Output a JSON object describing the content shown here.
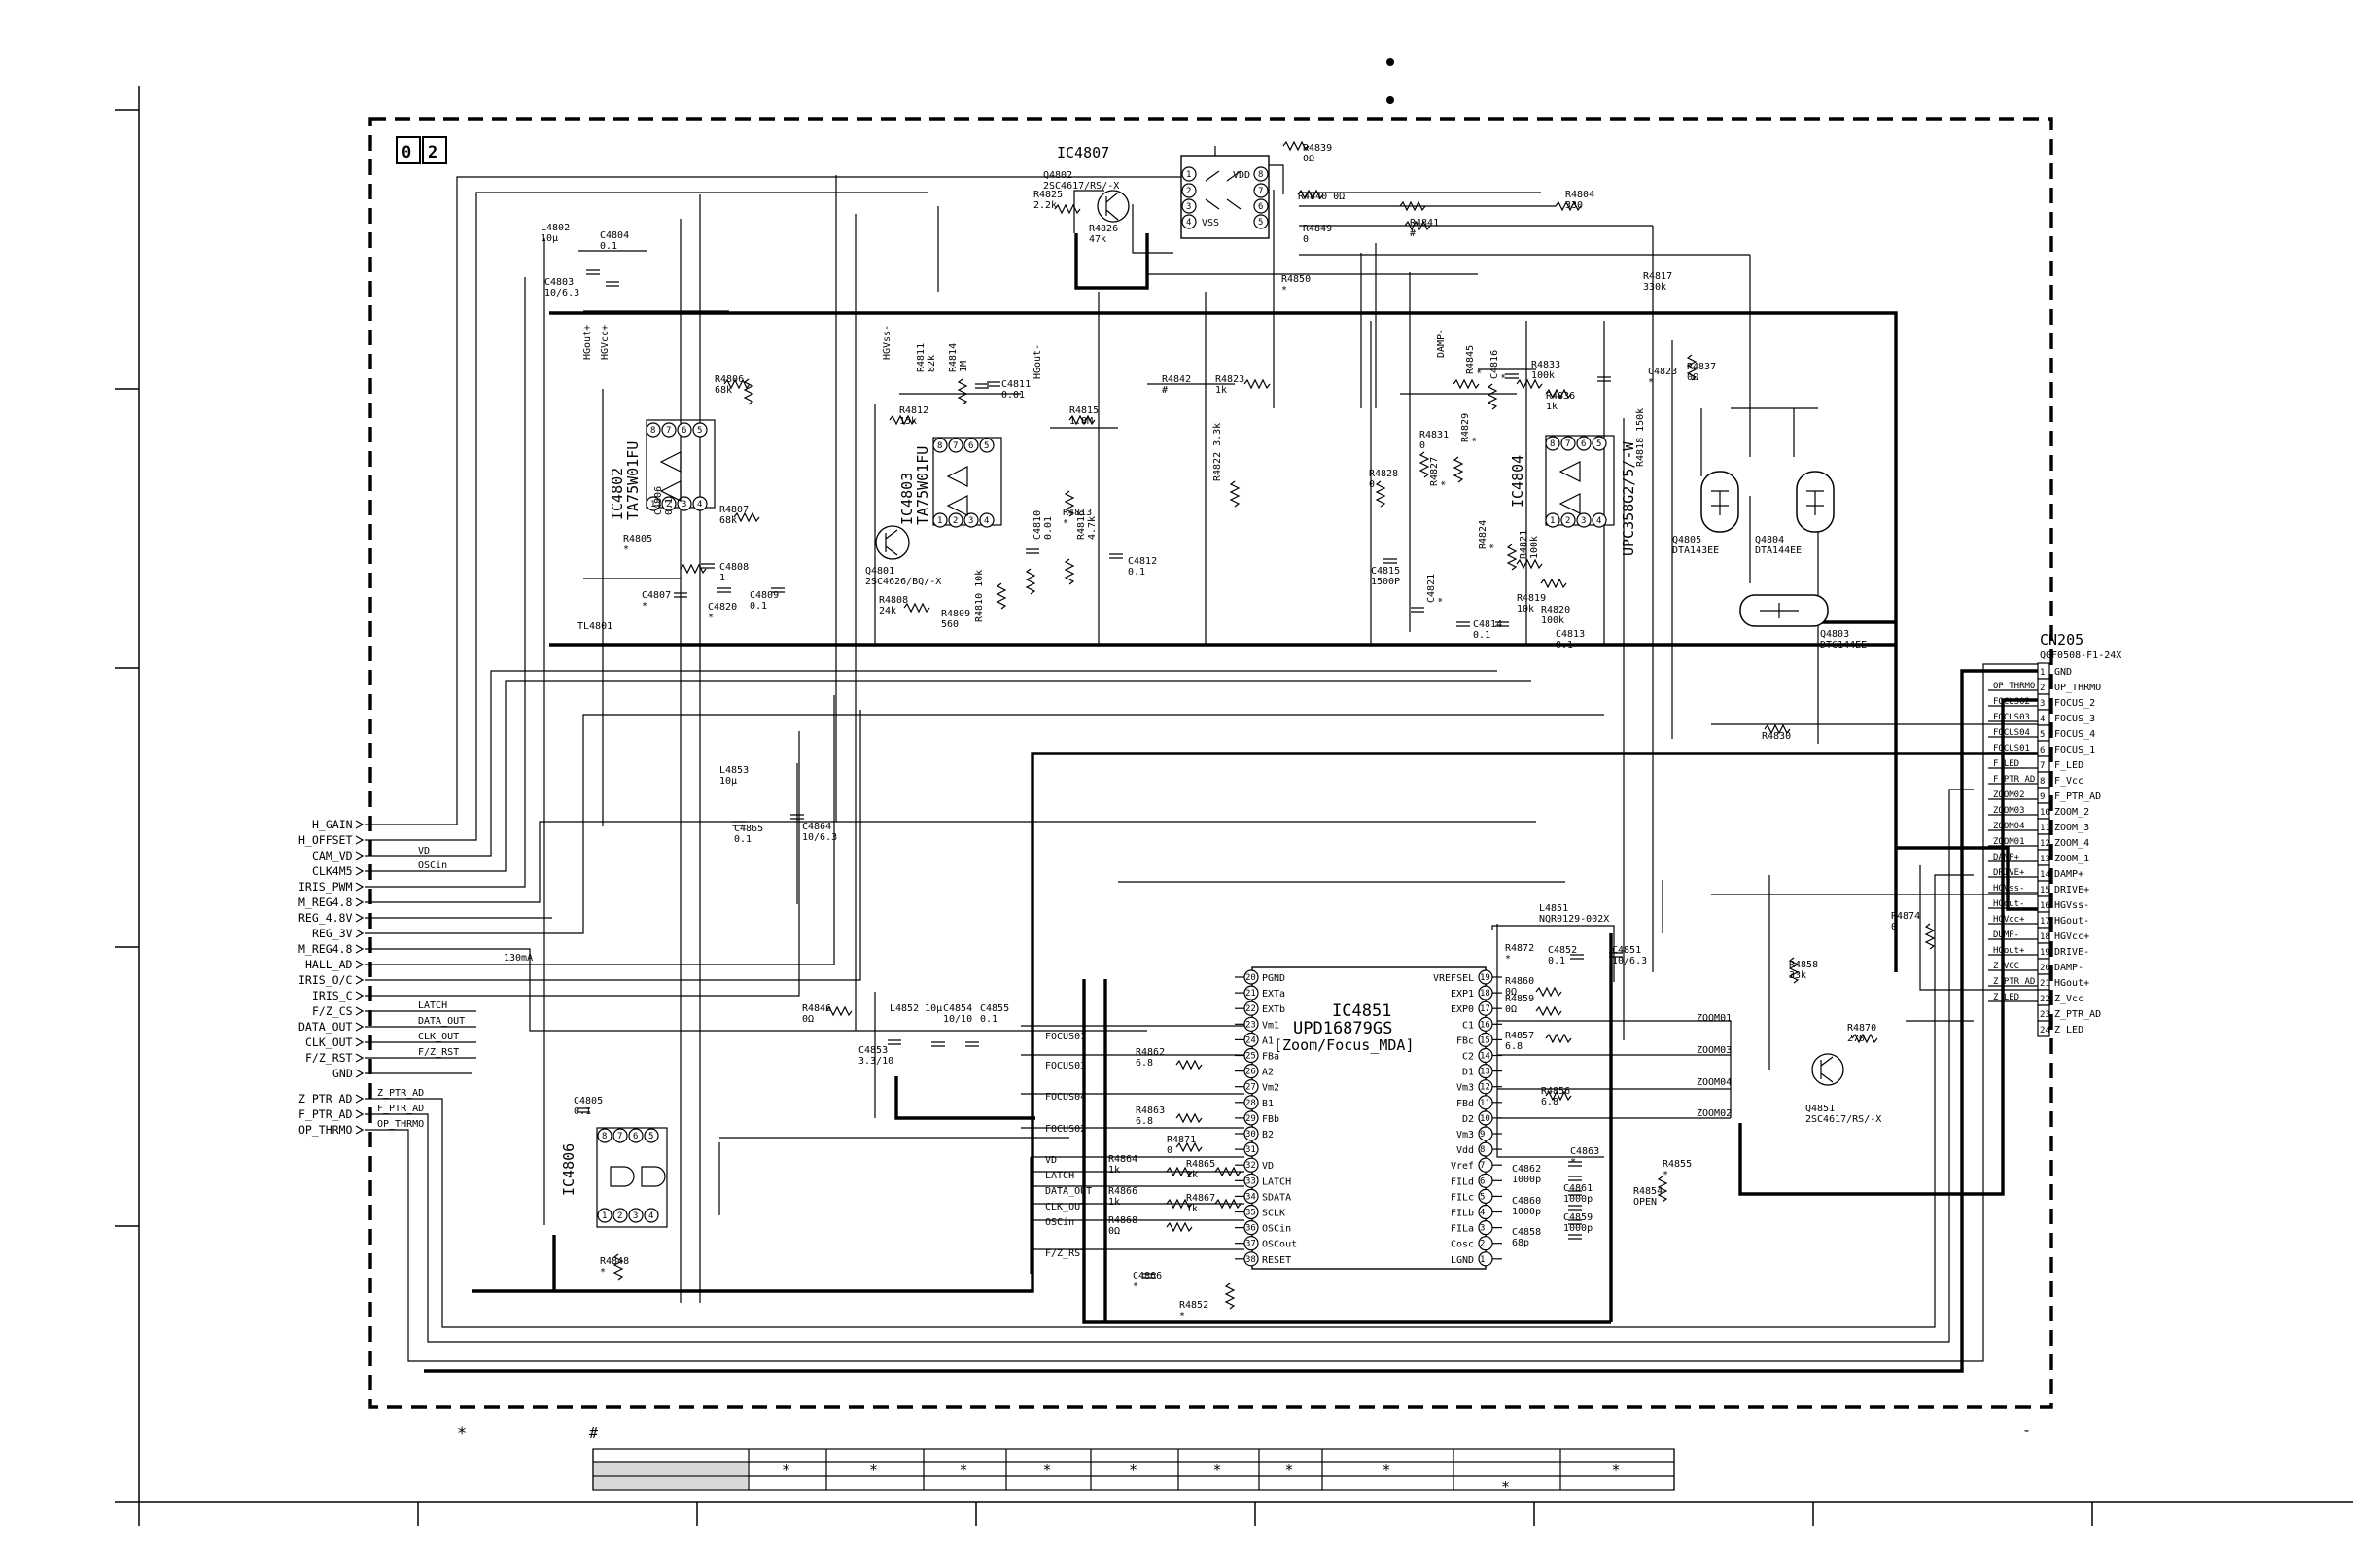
{
  "sheet": {
    "number_digits": [
      "0",
      "2"
    ],
    "footnote_star": "*",
    "footnote_hash": "#",
    "dash_mark": "-",
    "star": "*"
  },
  "connector": {
    "ref": "CN205",
    "part": "QGF0508-F1-24X",
    "pins": [
      {
        "n": "1",
        "name": "GND"
      },
      {
        "n": "2",
        "name": "OP_THRMO"
      },
      {
        "n": "3",
        "name": "FOCUS_2"
      },
      {
        "n": "4",
        "name": "FOCUS_3"
      },
      {
        "n": "5",
        "name": "FOCUS_4"
      },
      {
        "n": "6",
        "name": "FOCUS_1"
      },
      {
        "n": "7",
        "name": "F_LED"
      },
      {
        "n": "8",
        "name": "F_Vcc"
      },
      {
        "n": "9",
        "name": "F_PTR_AD"
      },
      {
        "n": "10",
        "name": "ZOOM_2"
      },
      {
        "n": "11",
        "name": "ZOOM_3"
      },
      {
        "n": "12",
        "name": "ZOOM_4"
      },
      {
        "n": "13",
        "name": "ZOOM_1"
      },
      {
        "n": "14",
        "name": "DAMP+"
      },
      {
        "n": "15",
        "name": "DRIVE+"
      },
      {
        "n": "16",
        "name": "HGVss-"
      },
      {
        "n": "17",
        "name": "HGout-"
      },
      {
        "n": "18",
        "name": "HGVcc+"
      },
      {
        "n": "19",
        "name": "DRIVE-"
      },
      {
        "n": "20",
        "name": "DAMP-"
      },
      {
        "n": "21",
        "name": "HGout+"
      },
      {
        "n": "22",
        "name": "Z_Vcc"
      },
      {
        "n": "23",
        "name": "Z_PTR_AD"
      },
      {
        "n": "24",
        "name": "Z_LED"
      }
    ],
    "wire_labels": [
      "OP_THRMO",
      "FOCUS02",
      "FOCUS03",
      "FOCUS04",
      "FOCUS01",
      "F_LED",
      "F_PTR_AD",
      "ZOOM02",
      "ZOOM03",
      "ZOOM04",
      "ZOOM01",
      "DAMP+",
      "DRIVE+",
      "HGVss-",
      "HGout-",
      "HGVcc+",
      "DUMP-",
      "HGout+",
      "Z_VCC",
      "Z_PTR_AD",
      "Z_LED"
    ]
  },
  "left_ports": [
    "H_GAIN",
    "H_OFFSET",
    "CAM_VD",
    "CLK4M5",
    "IRIS_PWM",
    "M_REG4.8",
    "REG_4.8V",
    "REG_3V",
    "M_REG4.8",
    "HALL_AD",
    "IRIS_O/C",
    "IRIS_C",
    "F/Z_CS",
    "DATA_OUT",
    "CLK_OUT",
    "F/Z_RST",
    "GND",
    "Z_PTR_AD",
    "F_PTR_AD",
    "OP_THRMO"
  ],
  "left_wire_labels": [
    "VD",
    "OSCin",
    "LATCH",
    "DATA_OUT",
    "CLK_OUT",
    "F/Z_RST",
    "Z_PTR_AD",
    "F_PTR_AD",
    "OP_THRMO",
    "130mA"
  ],
  "ic4851": {
    "ref": "IC4851",
    "part": "UPD16879GS",
    "desc": "[Zoom/Focus_MDA]",
    "left_pins": [
      {
        "n": "20",
        "name": "PGND"
      },
      {
        "n": "21",
        "name": "EXTa"
      },
      {
        "n": "22",
        "name": "EXTb"
      },
      {
        "n": "23",
        "name": "Vm1"
      },
      {
        "n": "24",
        "name": "A1"
      },
      {
        "n": "25",
        "name": "FBa"
      },
      {
        "n": "26",
        "name": "A2"
      },
      {
        "n": "27",
        "name": "Vm2"
      },
      {
        "n": "28",
        "name": "B1"
      },
      {
        "n": "29",
        "name": "FBb"
      },
      {
        "n": "30",
        "name": "B2"
      },
      {
        "n": "31",
        "name": ""
      },
      {
        "n": "32",
        "name": "VD"
      },
      {
        "n": "33",
        "name": "LATCH"
      },
      {
        "n": "34",
        "name": "SDATA"
      },
      {
        "n": "35",
        "name": "SCLK"
      },
      {
        "n": "36",
        "name": "OSCin"
      },
      {
        "n": "37",
        "name": "OSCout"
      },
      {
        "n": "38",
        "name": "RESET"
      }
    ],
    "right_pins": [
      {
        "n": "19",
        "name": "VREFSEL"
      },
      {
        "n": "18",
        "name": "EXP1"
      },
      {
        "n": "17",
        "name": "EXP0"
      },
      {
        "n": "16",
        "name": "C1"
      },
      {
        "n": "15",
        "name": "FBc"
      },
      {
        "n": "14",
        "name": "C2"
      },
      {
        "n": "13",
        "name": "D1"
      },
      {
        "n": "12",
        "name": "Vm3"
      },
      {
        "n": "11",
        "name": "FBd"
      },
      {
        "n": "10",
        "name": "D2"
      },
      {
        "n": "9",
        "name": "Vm3"
      },
      {
        "n": "8",
        "name": "Vdd"
      },
      {
        "n": "7",
        "name": "Vref"
      },
      {
        "n": "6",
        "name": "FILd"
      },
      {
        "n": "5",
        "name": "FILc"
      },
      {
        "n": "4",
        "name": "FILb"
      },
      {
        "n": "3",
        "name": "FILa"
      },
      {
        "n": "2",
        "name": "Cosc"
      },
      {
        "n": "1",
        "name": "LGND"
      }
    ],
    "left_nets": [
      "FOCUS01",
      "FOCUS03",
      "FOCUS04",
      "FOCUS02",
      "VD",
      "LATCH",
      "DATA_OUT",
      "CLK_OUT",
      "OSCin",
      "F/Z_RST"
    ],
    "right_nets": [
      "ZOOM01",
      "ZOOM03",
      "ZOOM04",
      "ZOOM02"
    ]
  },
  "ic4807": {
    "ref": "IC4807",
    "pins_left": [
      "1",
      "2",
      "3",
      "4"
    ],
    "pins_right": [
      "8",
      "7",
      "6",
      "5"
    ],
    "vdd": "VDD",
    "vss": "VSS"
  },
  "ic_blocks": [
    {
      "ref": "IC4802",
      "part": "TA75W01FU",
      "pins_top": [
        "8",
        "7",
        "6",
        "5"
      ],
      "pins_bot": [
        "1",
        "2",
        "3",
        "4"
      ]
    },
    {
      "ref": "IC4803",
      "part": "TA75W01FU",
      "pins_top": [
        "8",
        "7",
        "6",
        "5"
      ],
      "pins_bot": [
        "1",
        "2",
        "3",
        "4"
      ]
    },
    {
      "ref": "IC4804",
      "part": "UPC358G2/5/-W",
      "pins_top": [
        "8",
        "7",
        "6",
        "5"
      ],
      "pins_bot": [
        "1",
        "2",
        "3",
        "4"
      ]
    },
    {
      "ref": "IC4806",
      "part": "",
      "pins_top": [
        "8",
        "7",
        "6",
        "5"
      ],
      "pins_bot": [
        "1",
        "2",
        "3",
        "4"
      ]
    }
  ],
  "labels": [
    {
      "id": "r4839",
      "text": "R4839\n0Ω"
    },
    {
      "id": "r4840",
      "text": "R4840 0Ω"
    },
    {
      "id": "r4849",
      "text": "R4849\n0"
    },
    {
      "id": "r4804",
      "text": "R4804\n330"
    },
    {
      "id": "r4841",
      "text": "R4841\n#"
    },
    {
      "id": "r4817",
      "text": "R4817\n330k"
    },
    {
      "id": "r4850",
      "text": "R4850\n*"
    },
    {
      "id": "q4802",
      "text": "Q4802\n2SC4617/RS/-X"
    },
    {
      "id": "r4825",
      "text": "R4825\n2.2k"
    },
    {
      "id": "r4826",
      "text": "R4826\n47k"
    },
    {
      "id": "l4802",
      "text": "L4802\n10μ"
    },
    {
      "id": "c4804",
      "text": "C4804\n0.1"
    },
    {
      "id": "c4803",
      "text": "C4803\n10/6.3"
    },
    {
      "id": "r4806",
      "text": "R4806\n68k"
    },
    {
      "id": "r4807",
      "text": "R4807\n68k"
    },
    {
      "id": "c4808",
      "text": "C4808\n1"
    },
    {
      "id": "r4805",
      "text": "R4805\n*"
    },
    {
      "id": "c4806",
      "text": "C4806\n0.1"
    },
    {
      "id": "c4807",
      "text": "C4807\n*"
    },
    {
      "id": "c4820",
      "text": "C4820\n*"
    },
    {
      "id": "c4809",
      "text": "C4809\n0.1"
    },
    {
      "id": "tl4801",
      "text": "TL4801"
    },
    {
      "id": "r4811",
      "text": "R4811\n82k"
    },
    {
      "id": "r4814",
      "text": "R4814\n1M"
    },
    {
      "id": "c4811",
      "text": "C4811\n0.01"
    },
    {
      "id": "r4812",
      "text": "R4812\n15k"
    },
    {
      "id": "r4815",
      "text": "R4815\n1.8M"
    },
    {
      "id": "r4813",
      "text": "R4813\n*"
    },
    {
      "id": "r4816",
      "text": "R4816\n4.7k"
    },
    {
      "id": "c4810",
      "text": "C4810\n0.01"
    },
    {
      "id": "c4812",
      "text": "C4812\n0.1"
    },
    {
      "id": "r4808",
      "text": "R4808\n24k"
    },
    {
      "id": "r4809",
      "text": "R4809\n560"
    },
    {
      "id": "r4810",
      "text": "R4810 10k"
    },
    {
      "id": "q4801",
      "text": "Q4801\n2SC4626/BQ/-X"
    },
    {
      "id": "r4842",
      "text": "R4842\n#"
    },
    {
      "id": "r4823",
      "text": "R4823\n1k"
    },
    {
      "id": "r4822",
      "text": "R4822 3.3k"
    },
    {
      "id": "r4828",
      "text": "R4828\n0"
    },
    {
      "id": "r4831",
      "text": "R4831\n0"
    },
    {
      "id": "r4827",
      "text": "R4827\n*"
    },
    {
      "id": "r4829",
      "text": "R4829\n*"
    },
    {
      "id": "c4815",
      "text": "C4815\n1500P"
    },
    {
      "id": "c4821",
      "text": "C4821\n*"
    },
    {
      "id": "c4814",
      "text": "C4814\n0.1"
    },
    {
      "id": "r4845",
      "text": "R4845\n*"
    },
    {
      "id": "c4816",
      "text": "C4816\n*"
    },
    {
      "id": "r4833",
      "text": "R4833\n100k"
    },
    {
      "id": "r4836",
      "text": "R4836\n1k"
    },
    {
      "id": "r4824",
      "text": "R4824\n*"
    },
    {
      "id": "r4821",
      "text": "R4821\n100k"
    },
    {
      "id": "r4819",
      "text": "R4819\n10k"
    },
    {
      "id": "r4820",
      "text": "R4820\n100k"
    },
    {
      "id": "c4813",
      "text": "C4813\n0.1"
    },
    {
      "id": "r4818",
      "text": "R4818 150k"
    },
    {
      "id": "c4823",
      "text": "C4823\n*"
    },
    {
      "id": "r4837",
      "text": "R4837\n0Ω"
    },
    {
      "id": "q4805",
      "text": "Q4805\nDTA143EE"
    },
    {
      "id": "q4804",
      "text": "Q4804\nDTA144EE"
    },
    {
      "id": "q4803",
      "text": "Q4803\nDTC144EE"
    },
    {
      "id": "r4830",
      "text": "R4830"
    },
    {
      "id": "l4853",
      "text": "L4853\n10μ"
    },
    {
      "id": "c4865",
      "text": "C4865\n0.1"
    },
    {
      "id": "c4864",
      "text": "C4864\n10/6.3"
    },
    {
      "id": "r4846",
      "text": "R4846\n0Ω"
    },
    {
      "id": "l4852",
      "text": "L4852 10μ"
    },
    {
      "id": "c4854",
      "text": "C4854\n10/10"
    },
    {
      "id": "c4855",
      "text": "C4855\n0.1"
    },
    {
      "id": "c4853",
      "text": "C4853\n3.3/10"
    },
    {
      "id": "r4862",
      "text": "R4862\n6.8"
    },
    {
      "id": "r4863",
      "text": "R4863\n6.8"
    },
    {
      "id": "r4871",
      "text": "R4871\n0"
    },
    {
      "id": "r4864",
      "text": "R4864\n1k"
    },
    {
      "id": "r4865",
      "text": "R4865\n1k"
    },
    {
      "id": "r4866",
      "text": "R4866\n1k"
    },
    {
      "id": "r4867",
      "text": "R4867\n1k"
    },
    {
      "id": "r4868",
      "text": "R4868\n0Ω"
    },
    {
      "id": "c4866",
      "text": "C4866\n*"
    },
    {
      "id": "r4852",
      "text": "R4852\n*"
    },
    {
      "id": "l4851",
      "text": "L4851\nNQR0129-002X"
    },
    {
      "id": "r4872",
      "text": "R4872\n*"
    },
    {
      "id": "c4852",
      "text": "C4852\n0.1"
    },
    {
      "id": "c4851",
      "text": "C4851\n10/6.3"
    },
    {
      "id": "r4860",
      "text": "R4860\n0Ω"
    },
    {
      "id": "r4859",
      "text": "R4859\n0Ω"
    },
    {
      "id": "r4857",
      "text": "R4857\n6.8"
    },
    {
      "id": "r4856",
      "text": "R4856\n6.8"
    },
    {
      "id": "c4863",
      "text": "C4863\n*"
    },
    {
      "id": "c4862",
      "text": "C4862\n1000p"
    },
    {
      "id": "c4861",
      "text": "C4861\n1000p"
    },
    {
      "id": "c4860",
      "text": "C4860\n1000p"
    },
    {
      "id": "c4859",
      "text": "C4859\n1000p"
    },
    {
      "id": "c4858",
      "text": "C4858\n68p"
    },
    {
      "id": "r4855",
      "text": "R4855\n*"
    },
    {
      "id": "r4854",
      "text": "R4854\nOPEN"
    },
    {
      "id": "r4858",
      "text": "R4858\n33k"
    },
    {
      "id": "r4874",
      "text": "R4874\n0"
    },
    {
      "id": "r4870",
      "text": "R4870\n270"
    },
    {
      "id": "q4851",
      "text": "Q4851\n2SC4617/RS/-X"
    },
    {
      "id": "c4805",
      "text": "C4805\n0.1"
    },
    {
      "id": "r4848",
      "text": "R4848\n*"
    },
    {
      "id": "hgout",
      "text": "HGout+"
    },
    {
      "id": "hgvcc",
      "text": "HGVcc+"
    },
    {
      "id": "hgvss",
      "text": "HGVss-"
    },
    {
      "id": "hgout2",
      "text": "HGout-"
    },
    {
      "id": "damp",
      "text": "DAMP-"
    }
  ],
  "variant_table": {
    "header_cells": [
      "",
      "",
      "",
      "",
      "",
      "",
      "",
      "",
      "",
      "",
      ""
    ],
    "row1": [
      "",
      "*",
      "*",
      "*",
      "*",
      "*",
      "*",
      "*",
      "*",
      "",
      "*"
    ],
    "row2": [
      "",
      "",
      "",
      "",
      "",
      "",
      "",
      "",
      "",
      "*",
      ""
    ]
  }
}
